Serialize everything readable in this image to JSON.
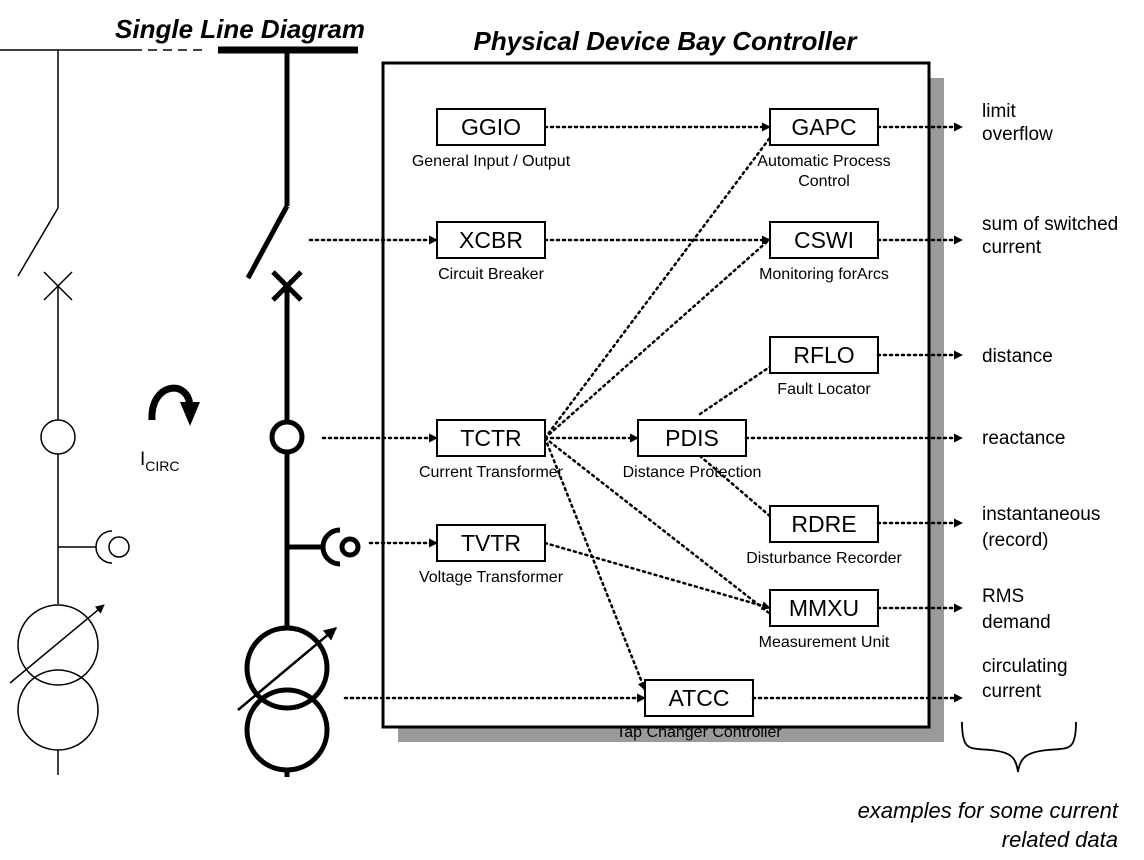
{
  "titles": {
    "sld": "Single Line Diagram",
    "device": "Physical Device Bay Controller"
  },
  "nodes": {
    "ggio": {
      "code": "GGIO",
      "label": [
        "General Input / Output"
      ]
    },
    "gapc": {
      "code": "GAPC",
      "label": [
        "Automatic Process",
        "Control"
      ]
    },
    "xcbr": {
      "code": "XCBR",
      "label": [
        "Circuit Breaker"
      ]
    },
    "cswi": {
      "code": "CSWI",
      "label": [
        "Monitoring forArcs"
      ]
    },
    "rflo": {
      "code": "RFLO",
      "label": [
        "Fault Locator"
      ]
    },
    "tctr": {
      "code": "TCTR",
      "label": [
        "Current Transformer"
      ]
    },
    "pdis": {
      "code": "PDIS",
      "label": [
        "Distance Protection"
      ]
    },
    "rdre": {
      "code": "RDRE",
      "label": [
        "Disturbance Recorder"
      ]
    },
    "tvtr": {
      "code": "TVTR",
      "label": [
        "Voltage Transformer"
      ]
    },
    "mmxu": {
      "code": "MMXU",
      "label": [
        "Measurement Unit"
      ]
    },
    "atcc": {
      "code": "ATCC",
      "label": [
        "Tap Changer Controller"
      ]
    }
  },
  "outputs": {
    "gapc": [
      "limit",
      "overflow"
    ],
    "cswi": [
      "sum of switched",
      "current"
    ],
    "rflo": [
      "distance"
    ],
    "pdis": [
      "reactance"
    ],
    "rdre": [
      "instantaneous",
      "(record)"
    ],
    "mmxu": [
      "RMS",
      "demand"
    ],
    "atcc": [
      "circulating",
      "current"
    ]
  },
  "circ_label": {
    "main": "I",
    "sub": "CIRC"
  },
  "footnote": [
    "examples for some current",
    "related data"
  ]
}
